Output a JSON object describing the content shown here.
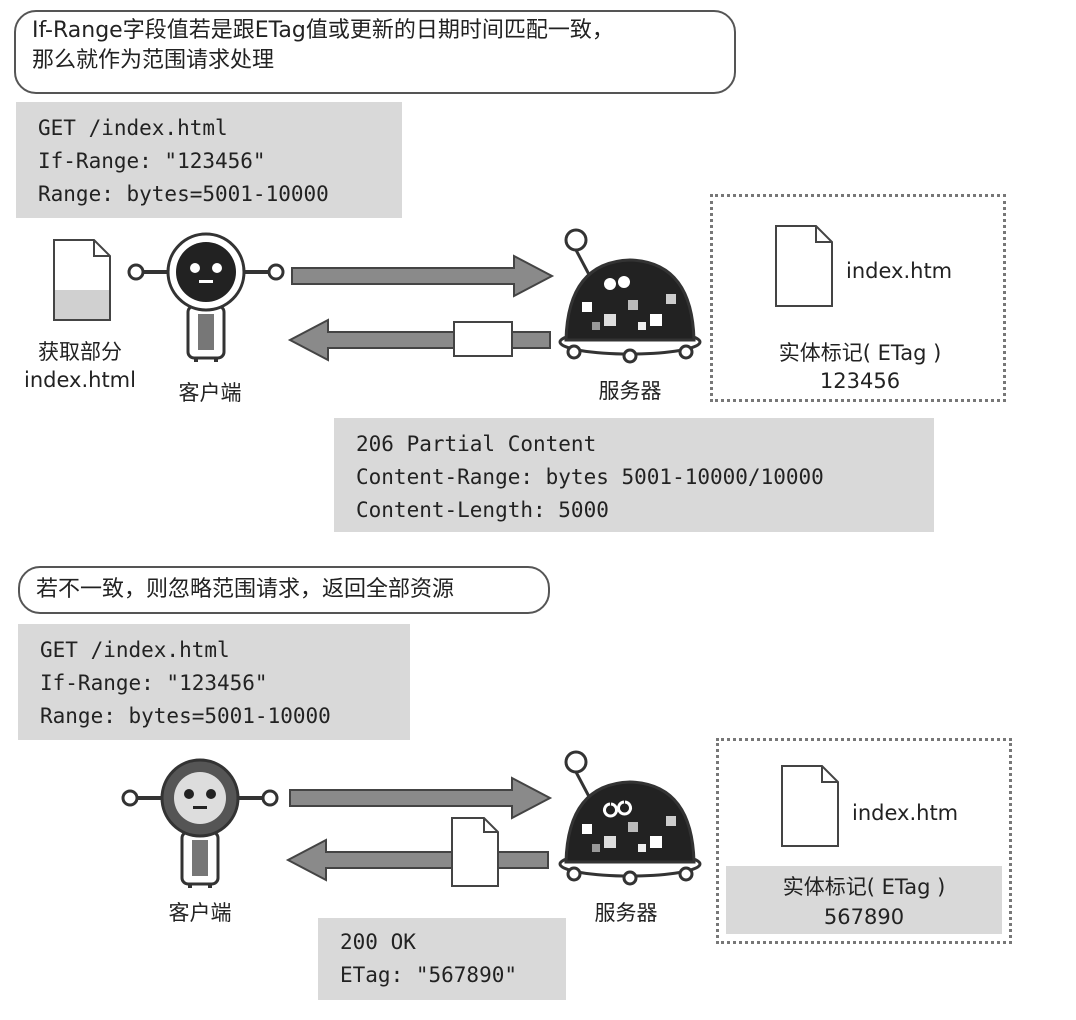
{
  "top": {
    "callout": [
      "If-Range字段值若是跟ETag值或更新的日期时间匹配一致，",
      "那么就作为范围请求处理"
    ],
    "request": [
      "GET /index.html",
      "If-Range: \"123456\"",
      "Range: bytes=5001-10000"
    ],
    "client_file_label": [
      "获取部分",
      "index.html"
    ],
    "client_label": "客户端",
    "server_label": "服务器",
    "server_file_name": "index.htm",
    "etag_label": "实体标记( ETag )",
    "etag_value": "123456",
    "response": [
      "206 Partial Content",
      "Content-Range: bytes 5001-10000/10000",
      "Content-Length: 5000"
    ]
  },
  "bottom": {
    "callout": "若不一致，则忽略范围请求，返回全部资源",
    "request": [
      "GET /index.html",
      "If-Range: \"123456\"",
      "Range: bytes=5001-10000"
    ],
    "client_label": "客户端",
    "server_label": "服务器",
    "server_file_name": "index.htm",
    "etag_label": "实体标记( ETag )",
    "etag_value": "567890",
    "response": [
      "200 OK",
      "ETag: \"567890\""
    ]
  },
  "colors": {
    "arrow": "#8a8a8a",
    "code_bg": "#d9d9d9",
    "robot_dark": "#222222"
  }
}
